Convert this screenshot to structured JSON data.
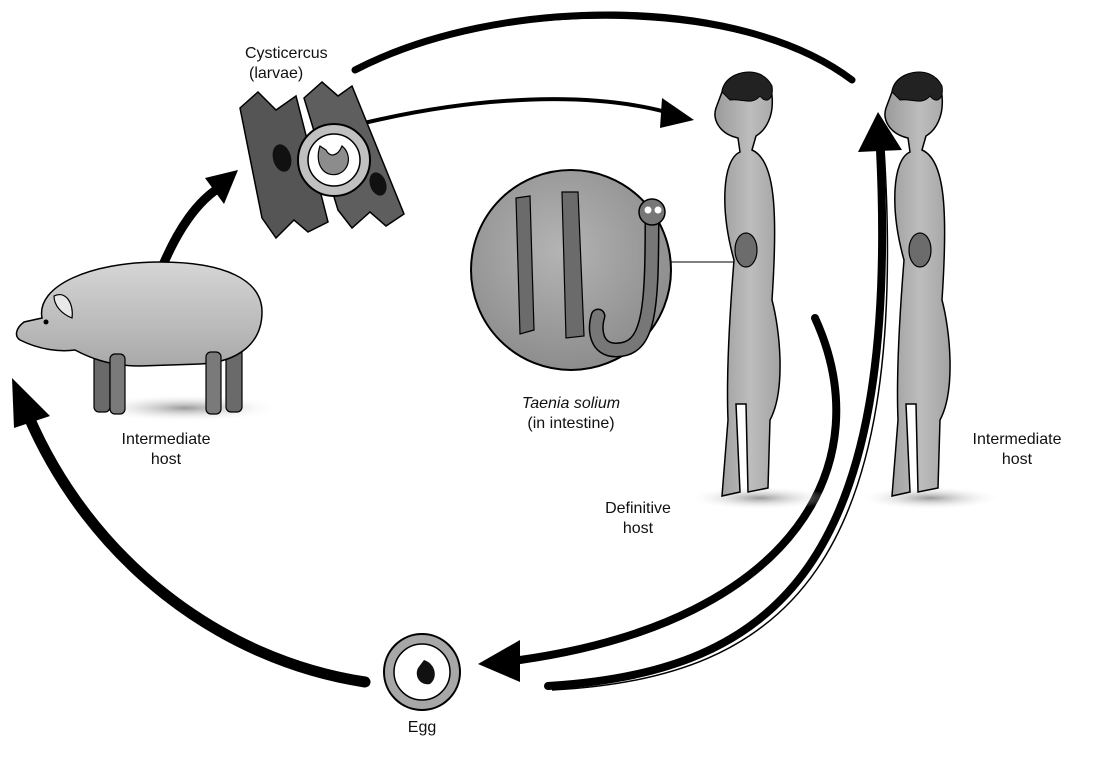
{
  "labels": {
    "cysticercus": "Cysticercus",
    "larvae": "(larvae)",
    "pig_intermediate": "Intermediate",
    "pig_host": "host",
    "taenia_name": "Taenia solium",
    "taenia_location": "(in intestine)",
    "definitive": "Definitive",
    "definitive_host": "host",
    "human_intermediate": "Intermediate",
    "human_intermediate_host": "host",
    "egg": "Egg"
  }
}
